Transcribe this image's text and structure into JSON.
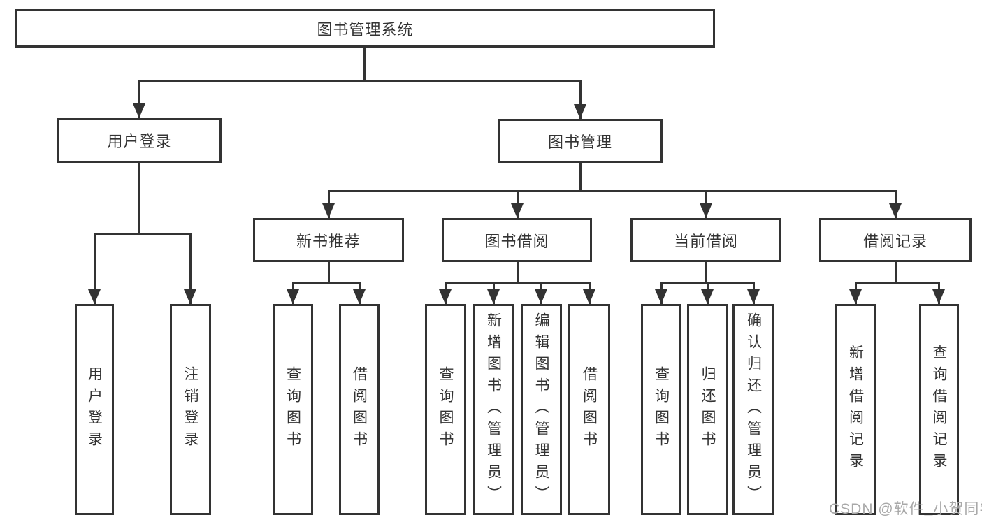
{
  "diagram": {
    "title_node": {
      "label": "图书管理系统"
    },
    "level2": [
      {
        "id": "user-login",
        "label": "用户登录"
      },
      {
        "id": "book-management",
        "label": "图书管理"
      }
    ],
    "level3": [
      {
        "id": "new-book-recommend",
        "label": "新书推荐",
        "parent": "图书管理"
      },
      {
        "id": "book-borrowing",
        "label": "图书借阅",
        "parent": "图书管理"
      },
      {
        "id": "current-borrowing",
        "label": "当前借阅",
        "parent": "图书管理"
      },
      {
        "id": "borrowing-records",
        "label": "借阅记录",
        "parent": "图书管理"
      }
    ],
    "leaves": [
      {
        "label": "用户登录",
        "parent": "用户登录"
      },
      {
        "label": "注销登录",
        "parent": "用户登录"
      },
      {
        "label": "查询图书",
        "parent": "新书推荐"
      },
      {
        "label": "借阅图书",
        "parent": "新书推荐"
      },
      {
        "label": "查询图书",
        "parent": "图书借阅"
      },
      {
        "label": "新增图书（管理员）",
        "parent": "图书借阅"
      },
      {
        "label": "编辑图书（管理员）",
        "parent": "图书借阅"
      },
      {
        "label": "借阅图书",
        "parent": "图书借阅"
      },
      {
        "label": "查询图书",
        "parent": "当前借阅"
      },
      {
        "label": "归还图书",
        "parent": "当前借阅"
      },
      {
        "label": "确认归还（管理员）",
        "parent": "当前借阅"
      },
      {
        "label": "新增借阅记录",
        "parent": "借阅记录"
      },
      {
        "label": "查询借阅记录",
        "parent": "借阅记录"
      }
    ]
  },
  "watermark": {
    "text": "CSDN @软件_小贺同学"
  },
  "colors": {
    "line": "#333333",
    "text": "#333333",
    "bg": "#ffffff",
    "watermark": "#a8a8a8"
  }
}
